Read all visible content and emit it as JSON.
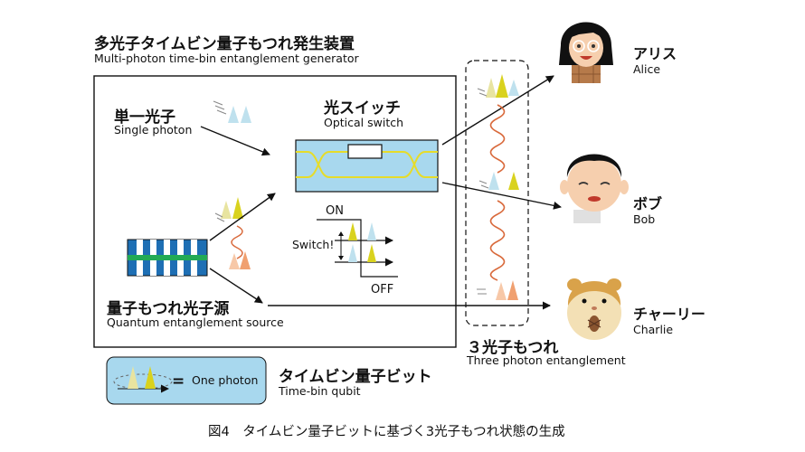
{
  "header": {
    "title_ja": "多光子タイムビン量子もつれ発生装置",
    "title_en": "Multi-photon time-bin entanglement generator"
  },
  "single_photon": {
    "ja": "単一光子",
    "en": "Single photon"
  },
  "optical_switch": {
    "ja": "光スイッチ",
    "en": "Optical switch"
  },
  "switch_timing": {
    "on": "ON",
    "off": "OFF",
    "switch": "Switch!"
  },
  "source": {
    "ja": "量子もつれ光子源",
    "en": "Quantum entanglement source"
  },
  "three_photon": {
    "ja": "３光子もつれ",
    "en": "Three photon entanglement"
  },
  "legend": {
    "equals": "=",
    "one_photon": "One photon",
    "ja": "タイムビン量子ビット",
    "en": "Time-bin qubit"
  },
  "parties": [
    {
      "ja": "アリス",
      "en": "Alice"
    },
    {
      "ja": "ボブ",
      "en": "Bob"
    },
    {
      "ja": "チャーリー",
      "en": "Charlie"
    }
  ],
  "caption": "図4　タイムビン量子ビットに基づく3光子もつれ状態の生成",
  "colors": {
    "photon_blue": "#bfe1ee",
    "photon_yellow": "#d9d21e",
    "photon_orange": "#f0a070",
    "switch_box": "#a8d8ee",
    "wave": "#d96a3c",
    "source_green": "#22aa55",
    "source_blue": "#1e6fb4"
  }
}
